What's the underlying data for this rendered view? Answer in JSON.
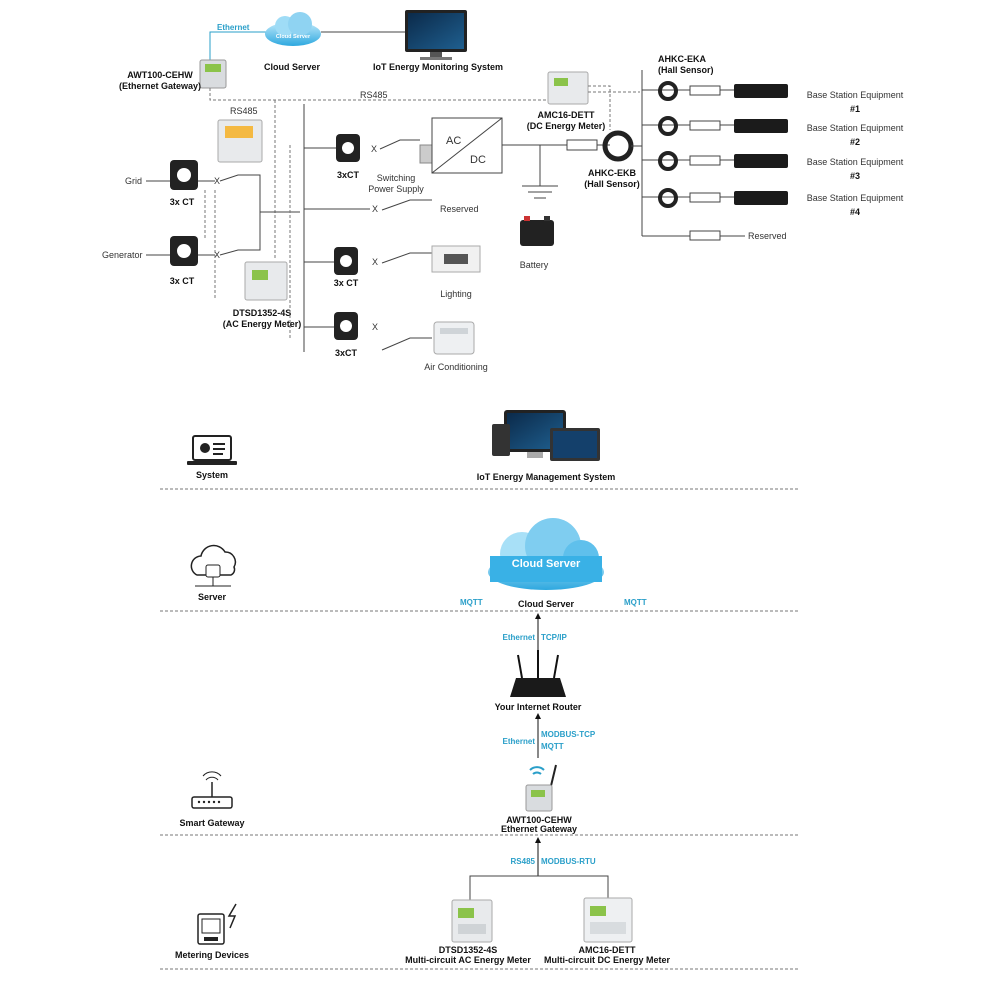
{
  "top": {
    "ethernet": "Ethernet",
    "cloud_small": "Cloud Server",
    "cloud_server_label": "Cloud Server",
    "iot_monitoring": "IoT Energy Monitoring System",
    "gateway_name": "AWT100-CEHW",
    "gateway_desc": "(Ethernet Gateway)",
    "rs485_top": "RS485",
    "rs485_left": "RS485",
    "grid": "Grid",
    "generator": "Generator",
    "ct3x_a": "3x CT",
    "ct3x_b": "3x CT",
    "ct3x_c": "3xCT",
    "ct3x_d": "3x CT",
    "ct3x_e": "3xCT",
    "ac_meter_name": "DTSD1352-4S",
    "ac_meter_desc": "(AC Energy Meter)",
    "switching_1": "Switching",
    "switching_2": "Power Supply",
    "ac": "AC",
    "dc": "DC",
    "reserved_mid": "Reserved",
    "lighting": "Lighting",
    "air_conditioning": "Air Conditioning",
    "battery": "Battery",
    "dc_meter_name": "AMC16-DETT",
    "dc_meter_desc": "(DC Energy Meter)",
    "hall_a_name": "AHKC-EKA",
    "hall_a_desc": "(Hall Sensor)",
    "hall_b_name": "AHKC-EKB",
    "hall_b_desc": "(Hall Sensor)",
    "bse_label": "Base Station Equipment",
    "bse_numbers": [
      "#1",
      "#2",
      "#3",
      "#4"
    ],
    "reserved_right": "Reserved",
    "x_mark": "X"
  },
  "bottom": {
    "layers": [
      {
        "label": "System"
      },
      {
        "label": "Server"
      },
      {
        "label": "Smart Gateway"
      },
      {
        "label": "Metering Devices"
      }
    ],
    "iot_management": "IoT Energy Management System",
    "cloud_big": "Cloud Server",
    "cloud_server_label": "Cloud Server",
    "mqtt_left": "MQTT",
    "mqtt_right": "MQTT",
    "eth_tcp_1": "Ethernet",
    "eth_tcp_2": "TCP/IP",
    "router": "Your Internet Router",
    "eth_mod_1": "Ethernet",
    "eth_mod_2": "MODBUS-TCP",
    "eth_mod_3": "MQTT",
    "gateway_name": "AWT100-CEHW",
    "gateway_desc": "Ethernet Gateway",
    "rs485": "RS485",
    "modbus_rtu": "MODBUS-RTU",
    "ac_meter_name": "DTSD1352-4S",
    "ac_meter_desc": "Multi-circuit AC Energy Meter",
    "dc_meter_name": "AMC16-DETT",
    "dc_meter_desc": "Multi-circuit DC Energy Meter"
  },
  "colors": {
    "accent": "#2a9fc9",
    "cloud": "#3fb6e8",
    "cloud_light": "#9fdcf6"
  }
}
